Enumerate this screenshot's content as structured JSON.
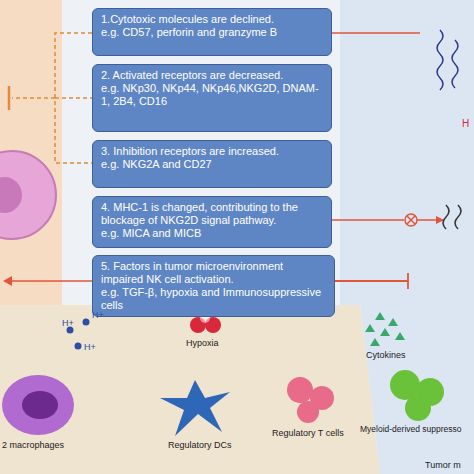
{
  "diagram": {
    "nodes": [
      {
        "text": [
          "1.Cytotoxic molecules are declined.",
          "e.g. CD57, perforin and granzyme B"
        ]
      },
      {
        "text": [
          "2. Activated receptors are decreased.",
          "e.g. NKp30, NKp44, NKp46,NKG2D, DNAM-1, 2B4, CD16"
        ]
      },
      {
        "text": [
          "3. Inhibition receptors are increased.",
          "e.g. NKG2A and CD27"
        ]
      },
      {
        "text": [
          "4. MHC-1 is changed, contributing to the blockage of NKG2D signal pathway.",
          "e.g. MICA and MICB"
        ]
      },
      {
        "text": [
          "5. Factors in tumor microenvironment impaired NK cell activation.",
          "e.g. TGF-β, hypoxia and Immunosuppressive cells"
        ]
      }
    ],
    "labels": [
      "H+",
      "H+",
      "H+",
      "Hypoxia",
      "Cytokines",
      "2 macrophages",
      "Regulatory DCs",
      "Regulatory T cells",
      "Myeloid-derived suppresso",
      "Tumor m",
      "H"
    ]
  }
}
